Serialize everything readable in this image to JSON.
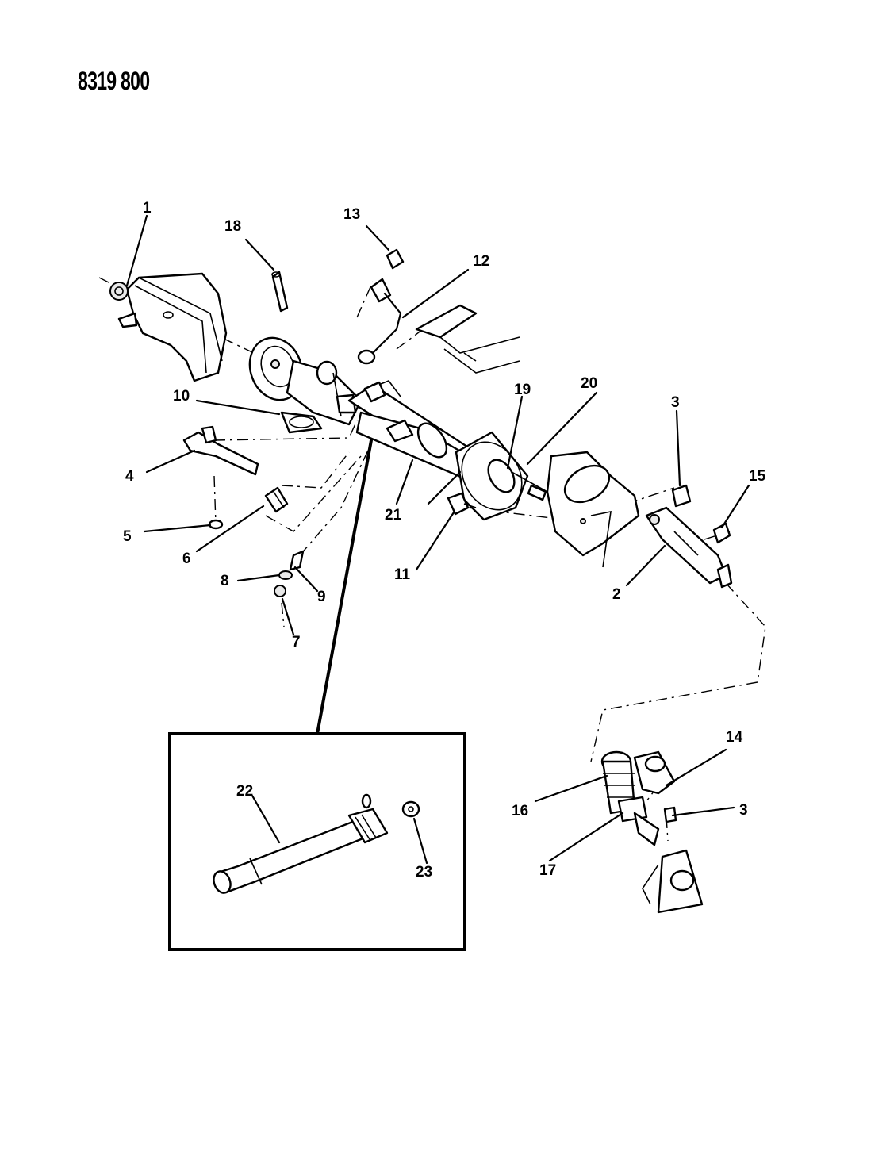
{
  "title": "8319 800",
  "callouts": [
    "1",
    "2",
    "3",
    "4",
    "5",
    "6",
    "7",
    "8",
    "9",
    "10",
    "11",
    "12",
    "13",
    "14",
    "15",
    "16",
    "17",
    "18",
    "19",
    "20",
    "21",
    "22",
    "23"
  ],
  "callout_3b": "3"
}
